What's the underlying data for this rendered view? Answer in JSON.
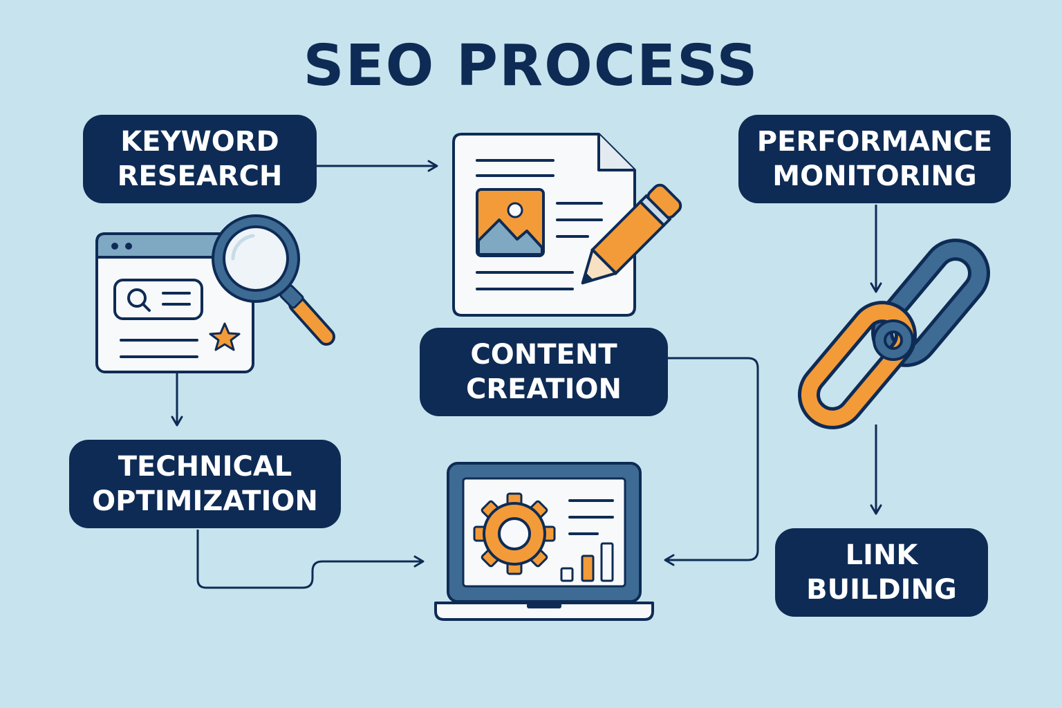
{
  "title": "SEO PROCESS",
  "steps": {
    "keyword_research": {
      "line1": "KEYWORD",
      "line2": "RESEARCH"
    },
    "content_creation": {
      "line1": "CONTENT",
      "line2": "CREATION"
    },
    "performance_monitoring": {
      "line1": "PERFORMANCE",
      "line2": "MONITORING"
    },
    "technical_optimization": {
      "line1": "TECHNICAL",
      "line2": "OPTIMIZATION"
    },
    "link_building": {
      "line1": "LINK",
      "line2": "BUILDING"
    }
  },
  "colors": {
    "background": "#c7e3ed",
    "navy": "#0e2b55",
    "orange": "#f39b38",
    "blue": "#3d6b94",
    "light_blue": "#7fa8c2",
    "paper": "#f7f9fa"
  },
  "icons": [
    "browser-search-icon",
    "magnifier-icon",
    "document-icon",
    "pencil-icon",
    "laptop-gear-icon",
    "chain-link-icon"
  ]
}
